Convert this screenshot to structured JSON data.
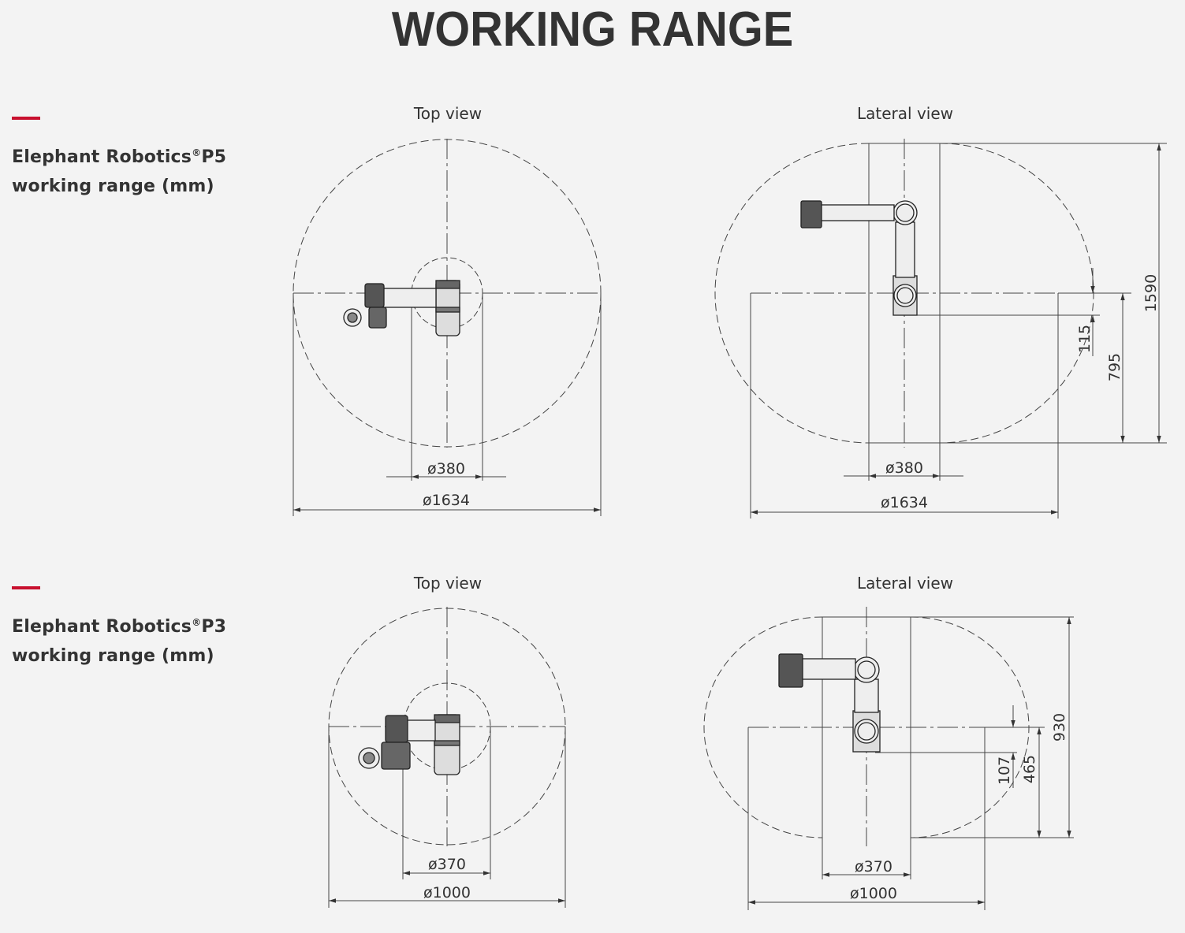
{
  "page": {
    "title": "WORKING RANGE",
    "accent_color": "#c8102e"
  },
  "sections": [
    {
      "brand": "Elephant Robotics",
      "registered_mark": "®",
      "model": "P5",
      "line2": "working range (mm)",
      "top_view": {
        "title": "Top view",
        "inner_diameter": "380",
        "outer_diameter": "1634"
      },
      "lateral_view": {
        "title": "Lateral view",
        "inner_diameter": "380",
        "outer_diameter": "1634",
        "dim_small": "115",
        "dim_mid": "795",
        "dim_total": "1590"
      }
    },
    {
      "brand": "Elephant Robotics",
      "registered_mark": "®",
      "model": "P3",
      "line2": "working range (mm)",
      "top_view": {
        "title": "Top view",
        "inner_diameter": "370",
        "outer_diameter": "1000"
      },
      "lateral_view": {
        "title": "Lateral view",
        "inner_diameter": "370",
        "outer_diameter": "1000",
        "dim_small": "107",
        "dim_mid": "465",
        "dim_total": "930"
      }
    }
  ],
  "icons": {
    "diameter_symbol": "ø"
  }
}
